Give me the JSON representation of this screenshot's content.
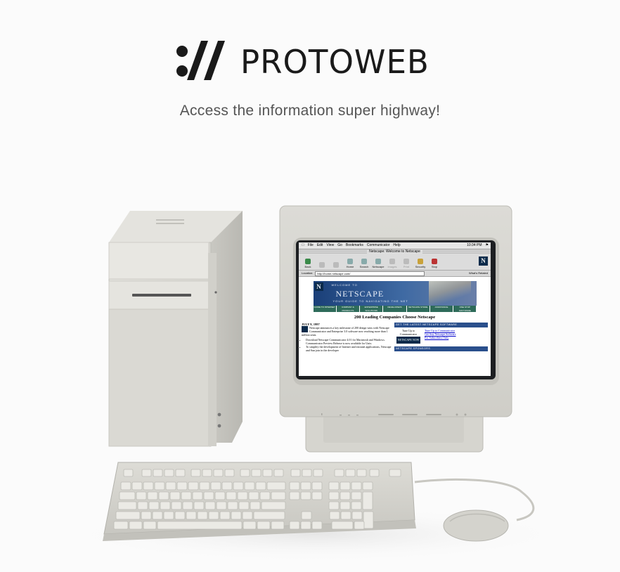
{
  "header": {
    "logo_mark": ":/ /",
    "logo_text": "PROTOWEB",
    "tagline": "Access the information super highway!"
  },
  "colors": {
    "background": "#fbfbfb",
    "logo": "#1a1a1a",
    "tagline": "#555555",
    "computer_beige": "#d9d8d2",
    "netscape_navy": "#0b2a4a",
    "netscape_tab_green": "#2e6b5a"
  },
  "screen": {
    "mac_menu": [
      "File",
      "Edit",
      "View",
      "Go",
      "Bookmarks",
      "Communicator",
      "Help"
    ],
    "clock": "10:34 PM",
    "window_title": "Netscape: Welcome to Netscape",
    "toolbar": [
      {
        "label": "Back",
        "enabled": true
      },
      {
        "label": "",
        "enabled": false
      },
      {
        "label": "",
        "enabled": false
      },
      {
        "label": "Home",
        "enabled": true
      },
      {
        "label": "Search",
        "enabled": true
      },
      {
        "label": "Netscape",
        "enabled": true
      },
      {
        "label": "Images",
        "enabled": false
      },
      {
        "label": "Print",
        "enabled": false
      },
      {
        "label": "Security",
        "enabled": true
      },
      {
        "label": "Stop",
        "enabled": true
      }
    ],
    "location_label": "Location:",
    "location_url": "http://home.netscape.com/",
    "whats_related": "What's Related",
    "banner": {
      "welcome": "WELCOME TO",
      "brand": "NETSCAPE",
      "guide": "YOUR GUIDE TO NAVIGATING THE NET"
    },
    "nav_tabs": [
      "GUIDE TO INTERNET",
      "COMPANY & PRODUCTS",
      "ENTERPRISE SOLUTIONS",
      "DEVELOPERS",
      "NETSCAPE STORE",
      "ASSISTANCE",
      "ONE STOP SOFTWARE"
    ],
    "headline": "200 Leading Companies Choose Netscape",
    "date": "JULY 9, 1997",
    "lead_text": "Netscape announces a key milestone of 200 design wins with Netscape Communicator and Enterprise 3.0 software now reaching more than 1 million seats.",
    "bullets": [
      "Download Netscape Communicator 4.01 for Macintosh and Windows. Communicator Preview Release is now available for Unix.",
      "To simplify the development of Internet and extranet applications, Netscape and Sun join in the developer"
    ],
    "latest_software_bar": "GET THE LATEST NETSCAPE SOFTWARE",
    "tune_up": "Tune Up to Communicator",
    "links": [
      "Tune Up to Communicator",
      "Get Any Netscape Software",
      "For Subscribers Only"
    ],
    "sponsors_bar": "NETSCAPE SPONSORS"
  }
}
